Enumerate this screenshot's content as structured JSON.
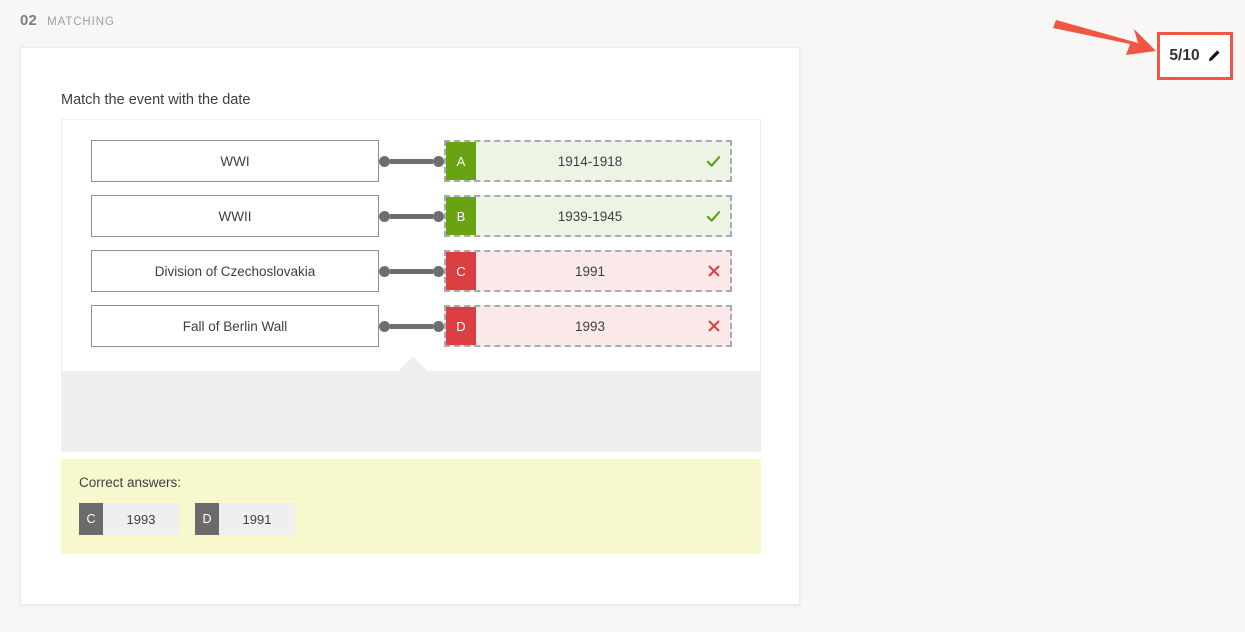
{
  "header": {
    "number": "02",
    "type": "MATCHING"
  },
  "score_badge": {
    "value": "5/10",
    "edit_icon": "pencil-icon",
    "border_color": "#ef5644"
  },
  "annotation": {
    "arrow_icon": "arrow-pointer",
    "arrow_color": "#ef5644"
  },
  "question": {
    "prompt": "Match the event with the date",
    "rows": [
      {
        "left": "WWI",
        "letter": "A",
        "value": "1914-1918",
        "state": "correct",
        "mark_icon": "check-icon"
      },
      {
        "left": "WWII",
        "letter": "B",
        "value": "1939-1945",
        "state": "correct",
        "mark_icon": "check-icon"
      },
      {
        "left": "Division of Czechoslovakia",
        "letter": "C",
        "value": "1991",
        "state": "wrong",
        "mark_icon": "cross-icon"
      },
      {
        "left": "Fall of Berlin Wall",
        "letter": "D",
        "value": "1993",
        "state": "wrong",
        "mark_icon": "cross-icon"
      }
    ]
  },
  "correct_answers": {
    "title": "Correct answers:",
    "chips": [
      {
        "letter": "C",
        "value": "1993"
      },
      {
        "letter": "D",
        "value": "1991"
      }
    ]
  },
  "colors": {
    "correct_badge": "#69a312",
    "correct_bg": "#ecf4e5",
    "wrong_badge": "#dc3f42",
    "wrong_bg": "#fbe9e9",
    "answers_panel_bg": "#f8f8cf",
    "page_bg": "#f8f7f5"
  }
}
